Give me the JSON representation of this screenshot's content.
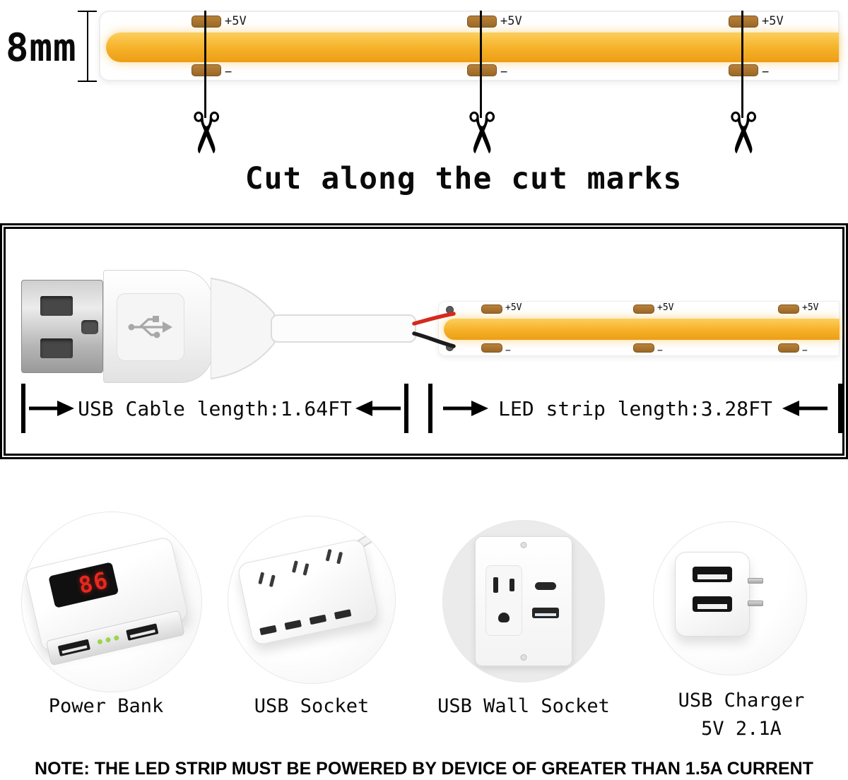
{
  "dimension_label": "8mm",
  "cut_instruction": "Cut along the cut marks",
  "strip_pads": {
    "positive": "+5V",
    "negative": "−"
  },
  "measurements": {
    "usb_cable": "USB Cable length:1.64FT",
    "led_strip": "LED strip length:3.28FT"
  },
  "power_options": [
    {
      "label": "Power Bank",
      "display_value": "86"
    },
    {
      "label": "USB Socket"
    },
    {
      "label": "USB Wall Socket"
    },
    {
      "label": "USB Charger",
      "sublabel": "5V 2.1A"
    }
  ],
  "note": "NOTE: THE LED STRIP MUST BE POWERED BY DEVICE OF GREATER THAN 1.5A CURRENT",
  "glyphs": {
    "scissors": "✂"
  },
  "colors": {
    "led_core": "#F6B32B",
    "copper_pad": "#A9752F",
    "display_red": "#E8281E"
  }
}
